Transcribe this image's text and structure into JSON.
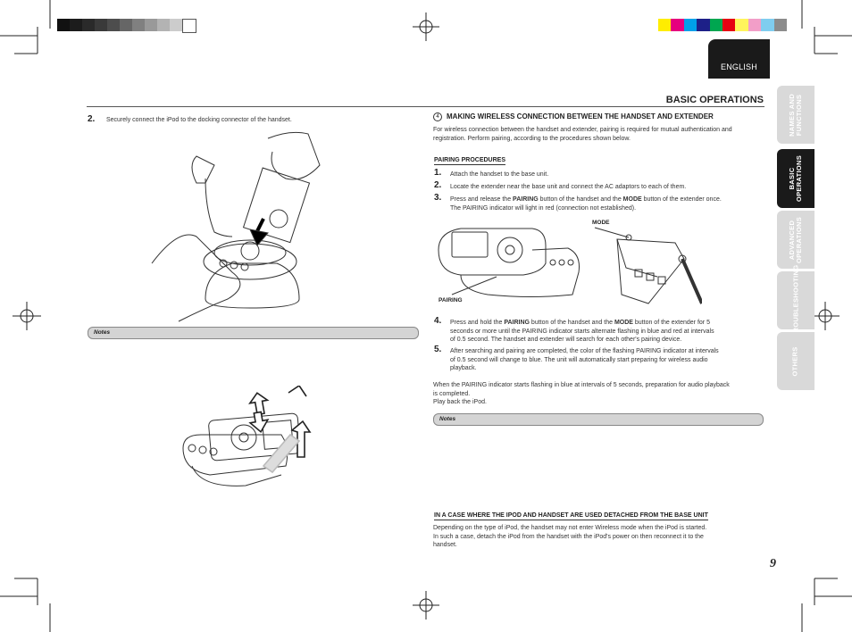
{
  "language_tab": "ENGLISH",
  "section_title": "BASIC OPERATIONS",
  "side_tabs": [
    {
      "label": "NAMES AND\nFUNCTIONS"
    },
    {
      "label": "BASIC\nOPERATIONS"
    },
    {
      "label": "ADVANCED\nOPERATIONS"
    },
    {
      "label": "TROUBLESHOOTING"
    },
    {
      "label": "OTHERS"
    }
  ],
  "left": {
    "step_num": "2.",
    "step_text": "Securely connect the iPod to the docking connector of the handset.",
    "notes_label": "Notes"
  },
  "right": {
    "heading_num": "4",
    "heading": "MAKING WIRELESS CONNECTION BETWEEN THE HANDSET AND EXTENDER",
    "intro_line1": "For wireless connection between the handset and extender, pairing is required for mutual authentication and",
    "intro_line2": "registration. Perform pairing, according to the procedures shown below.",
    "pairing_heading": "PAIRING PROCEDURES",
    "steps": [
      {
        "num": "1.",
        "text": "Attach the handset to the base unit."
      },
      {
        "num": "2.",
        "text": "Locate the extender near the base unit and connect the AC adaptors to each of them."
      },
      {
        "num": "3.",
        "pre": "Press and release the ",
        "b1": "PAIRING",
        "mid": " button of the handset and the ",
        "b2": "MODE",
        "post": " button of the extender once.",
        "line2": "The PAIRING indicator will light in red (connection not established)."
      },
      {
        "num": "4.",
        "pre": "Press and hold the ",
        "b1": "PAIRING",
        "mid": " button of the handset and the ",
        "b2": "MODE",
        "post": " button of the extender for 5",
        "line2": "seconds or more until the PAIRING indicator starts alternate flashing in blue and red at intervals",
        "line3": "of 0.5 second. The handset and extender will search for each other's pairing device."
      },
      {
        "num": "5.",
        "text": "After searching and pairing are completed, the color of the flashing PAIRING indicator at intervals",
        "line2": "of 0.5 second will change to blue. The unit will automatically start preparing for wireless audio",
        "line3": "playback."
      }
    ],
    "mode_label": "MODE",
    "pairing_label": "PAIRING",
    "after_line1": "When the PAIRING indicator starts flashing in blue at intervals of 5 seconds, preparation for audio playback",
    "after_line2": "is completed.",
    "after_line3": "Play back the iPod.",
    "notes_label": "Notes",
    "case_heading": "IN A CASE WHERE THE IPOD AND HANDSET ARE USED DETACHED FROM THE BASE UNIT",
    "case_line1": "Depending on the type of iPod, the handset may not enter Wireless mode when the iPod is started.",
    "case_line2": "In such a case, detach the iPod from the handset with the iPod's power on then reconnect it to the",
    "case_line3": "handset."
  },
  "page_number": "9",
  "colors": {
    "grey_bars": [
      "#111111",
      "#1c1c1c",
      "#2a2a2a",
      "#3a3a3a",
      "#4d4d4d",
      "#666666",
      "#808080",
      "#999999",
      "#b3b3b3",
      "#cccccc",
      "#ffffff"
    ],
    "color_bars": [
      "#ffed00",
      "#e6007e",
      "#00a0e9",
      "#1d2088",
      "#00a650",
      "#e60012",
      "#fff45c",
      "#f29ec8",
      "#7fcdef",
      "#8c8c8c"
    ]
  }
}
